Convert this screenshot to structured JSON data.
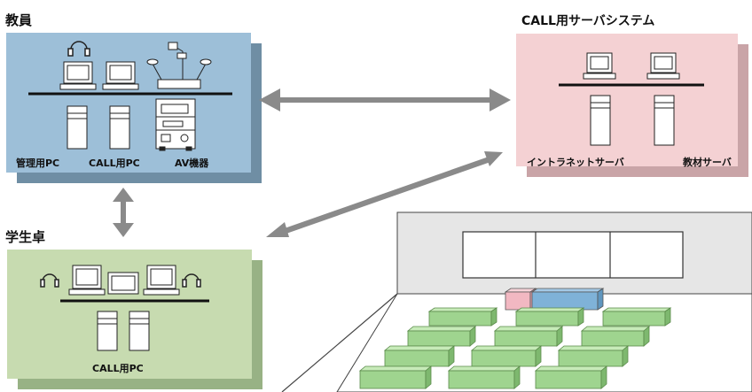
{
  "teacher": {
    "title": "教員",
    "labels": [
      "管理用PC",
      "CALL用PC",
      "AV機器"
    ],
    "face_color": "#9dbfd8",
    "shadow_color": "#6f8ea4"
  },
  "server": {
    "title": "CALL用サーバシステム",
    "labels": [
      "イントラネットサーバ",
      "教材サーバ"
    ],
    "face_color": "#f4d1d3",
    "shadow_color": "#c9a4a7"
  },
  "student": {
    "title": "学生卓",
    "labels": [
      "CALL用PC"
    ],
    "face_color": "#c7dbb0",
    "shadow_color": "#98b285"
  },
  "arrow_color": "#8a8a8a",
  "classroom": {
    "wall_color": "#e6e6e6",
    "desk_color": "#9fd48f",
    "teacher_desk_colors": [
      "#f2b8c2",
      "#7fb2d8"
    ]
  }
}
